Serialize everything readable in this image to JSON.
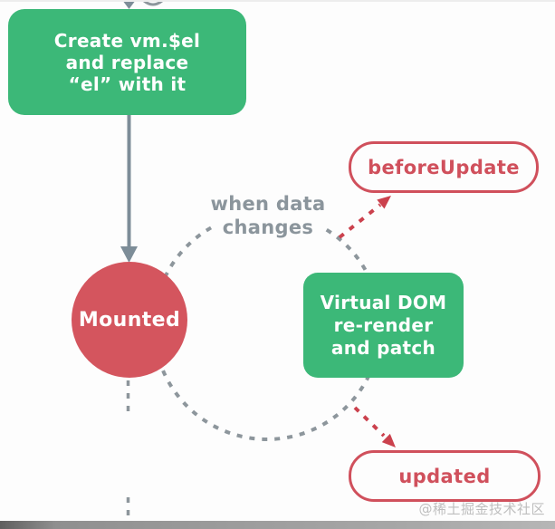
{
  "diagram": {
    "nodes": {
      "create_el": {
        "lines": [
          "Create vm.$el",
          "and replace",
          "“el” with it"
        ]
      },
      "mounted": {
        "label": "Mounted"
      },
      "before_update": {
        "label": "beforeUpdate"
      },
      "virtual_dom": {
        "lines": [
          "Virtual DOM",
          "re-render",
          "and patch"
        ]
      },
      "updated": {
        "label": "updated"
      }
    },
    "annotations": {
      "when_data_changes": {
        "lines": [
          "when data",
          "changes"
        ]
      }
    },
    "edges": [
      {
        "from": "create_el",
        "to": "mounted",
        "style": "solid-gray-arrow"
      },
      {
        "from": "update-loop",
        "to": "before_update",
        "style": "dashed-red-arrow"
      },
      {
        "from": "update-loop",
        "to": "updated",
        "style": "dashed-red-arrow"
      },
      {
        "from": "mounted",
        "to": "below",
        "style": "dashed-gray-line"
      }
    ]
  },
  "watermark": {
    "text": "@稀土掘金技术社区"
  },
  "colors": {
    "node_green": "#3cb878",
    "node_red": "#d4555e",
    "outline_red": "#d0505c",
    "arrow_gray": "#7d8d98",
    "dash_gray": "#8d969c",
    "dash_red": "#cb414d",
    "label_gray": "#8b959c",
    "watermark_gray": "#b4b4b4",
    "bg": "#fdfdfd"
  }
}
